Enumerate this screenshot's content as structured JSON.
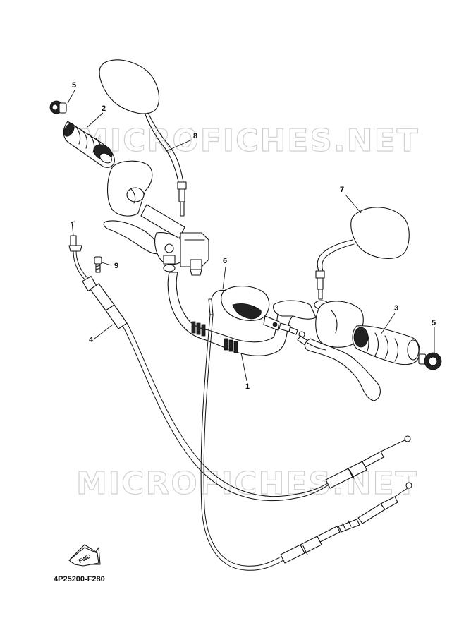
{
  "watermark_text": "MICROFICHES.NET",
  "diagram_code": "4P25200-F280",
  "direction_badge": "FWD",
  "callouts": [
    {
      "id": "c1",
      "label": "1"
    },
    {
      "id": "c2",
      "label": "2"
    },
    {
      "id": "c3",
      "label": "3"
    },
    {
      "id": "c4",
      "label": "4"
    },
    {
      "id": "c5a",
      "label": "5"
    },
    {
      "id": "c5b",
      "label": "5"
    },
    {
      "id": "c6",
      "label": "6"
    },
    {
      "id": "c7",
      "label": "7"
    },
    {
      "id": "c8",
      "label": "8"
    },
    {
      "id": "c9",
      "label": "9"
    }
  ]
}
